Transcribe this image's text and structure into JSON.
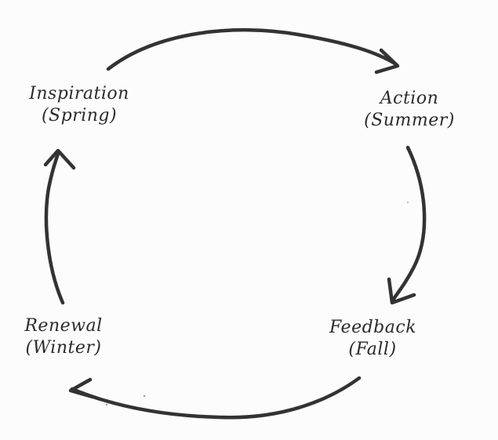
{
  "stages": [
    {
      "id": "inspiration",
      "name": "Inspiration",
      "season": "(Spring)"
    },
    {
      "id": "action",
      "name": "Action",
      "season": "(Summer)"
    },
    {
      "id": "feedback",
      "name": "Feedback",
      "season": "(Fall)"
    },
    {
      "id": "renewal",
      "name": "Renewal",
      "season": "(Winter)"
    }
  ],
  "colors": {
    "ink": "#333333",
    "background": "#fcfcfc"
  }
}
